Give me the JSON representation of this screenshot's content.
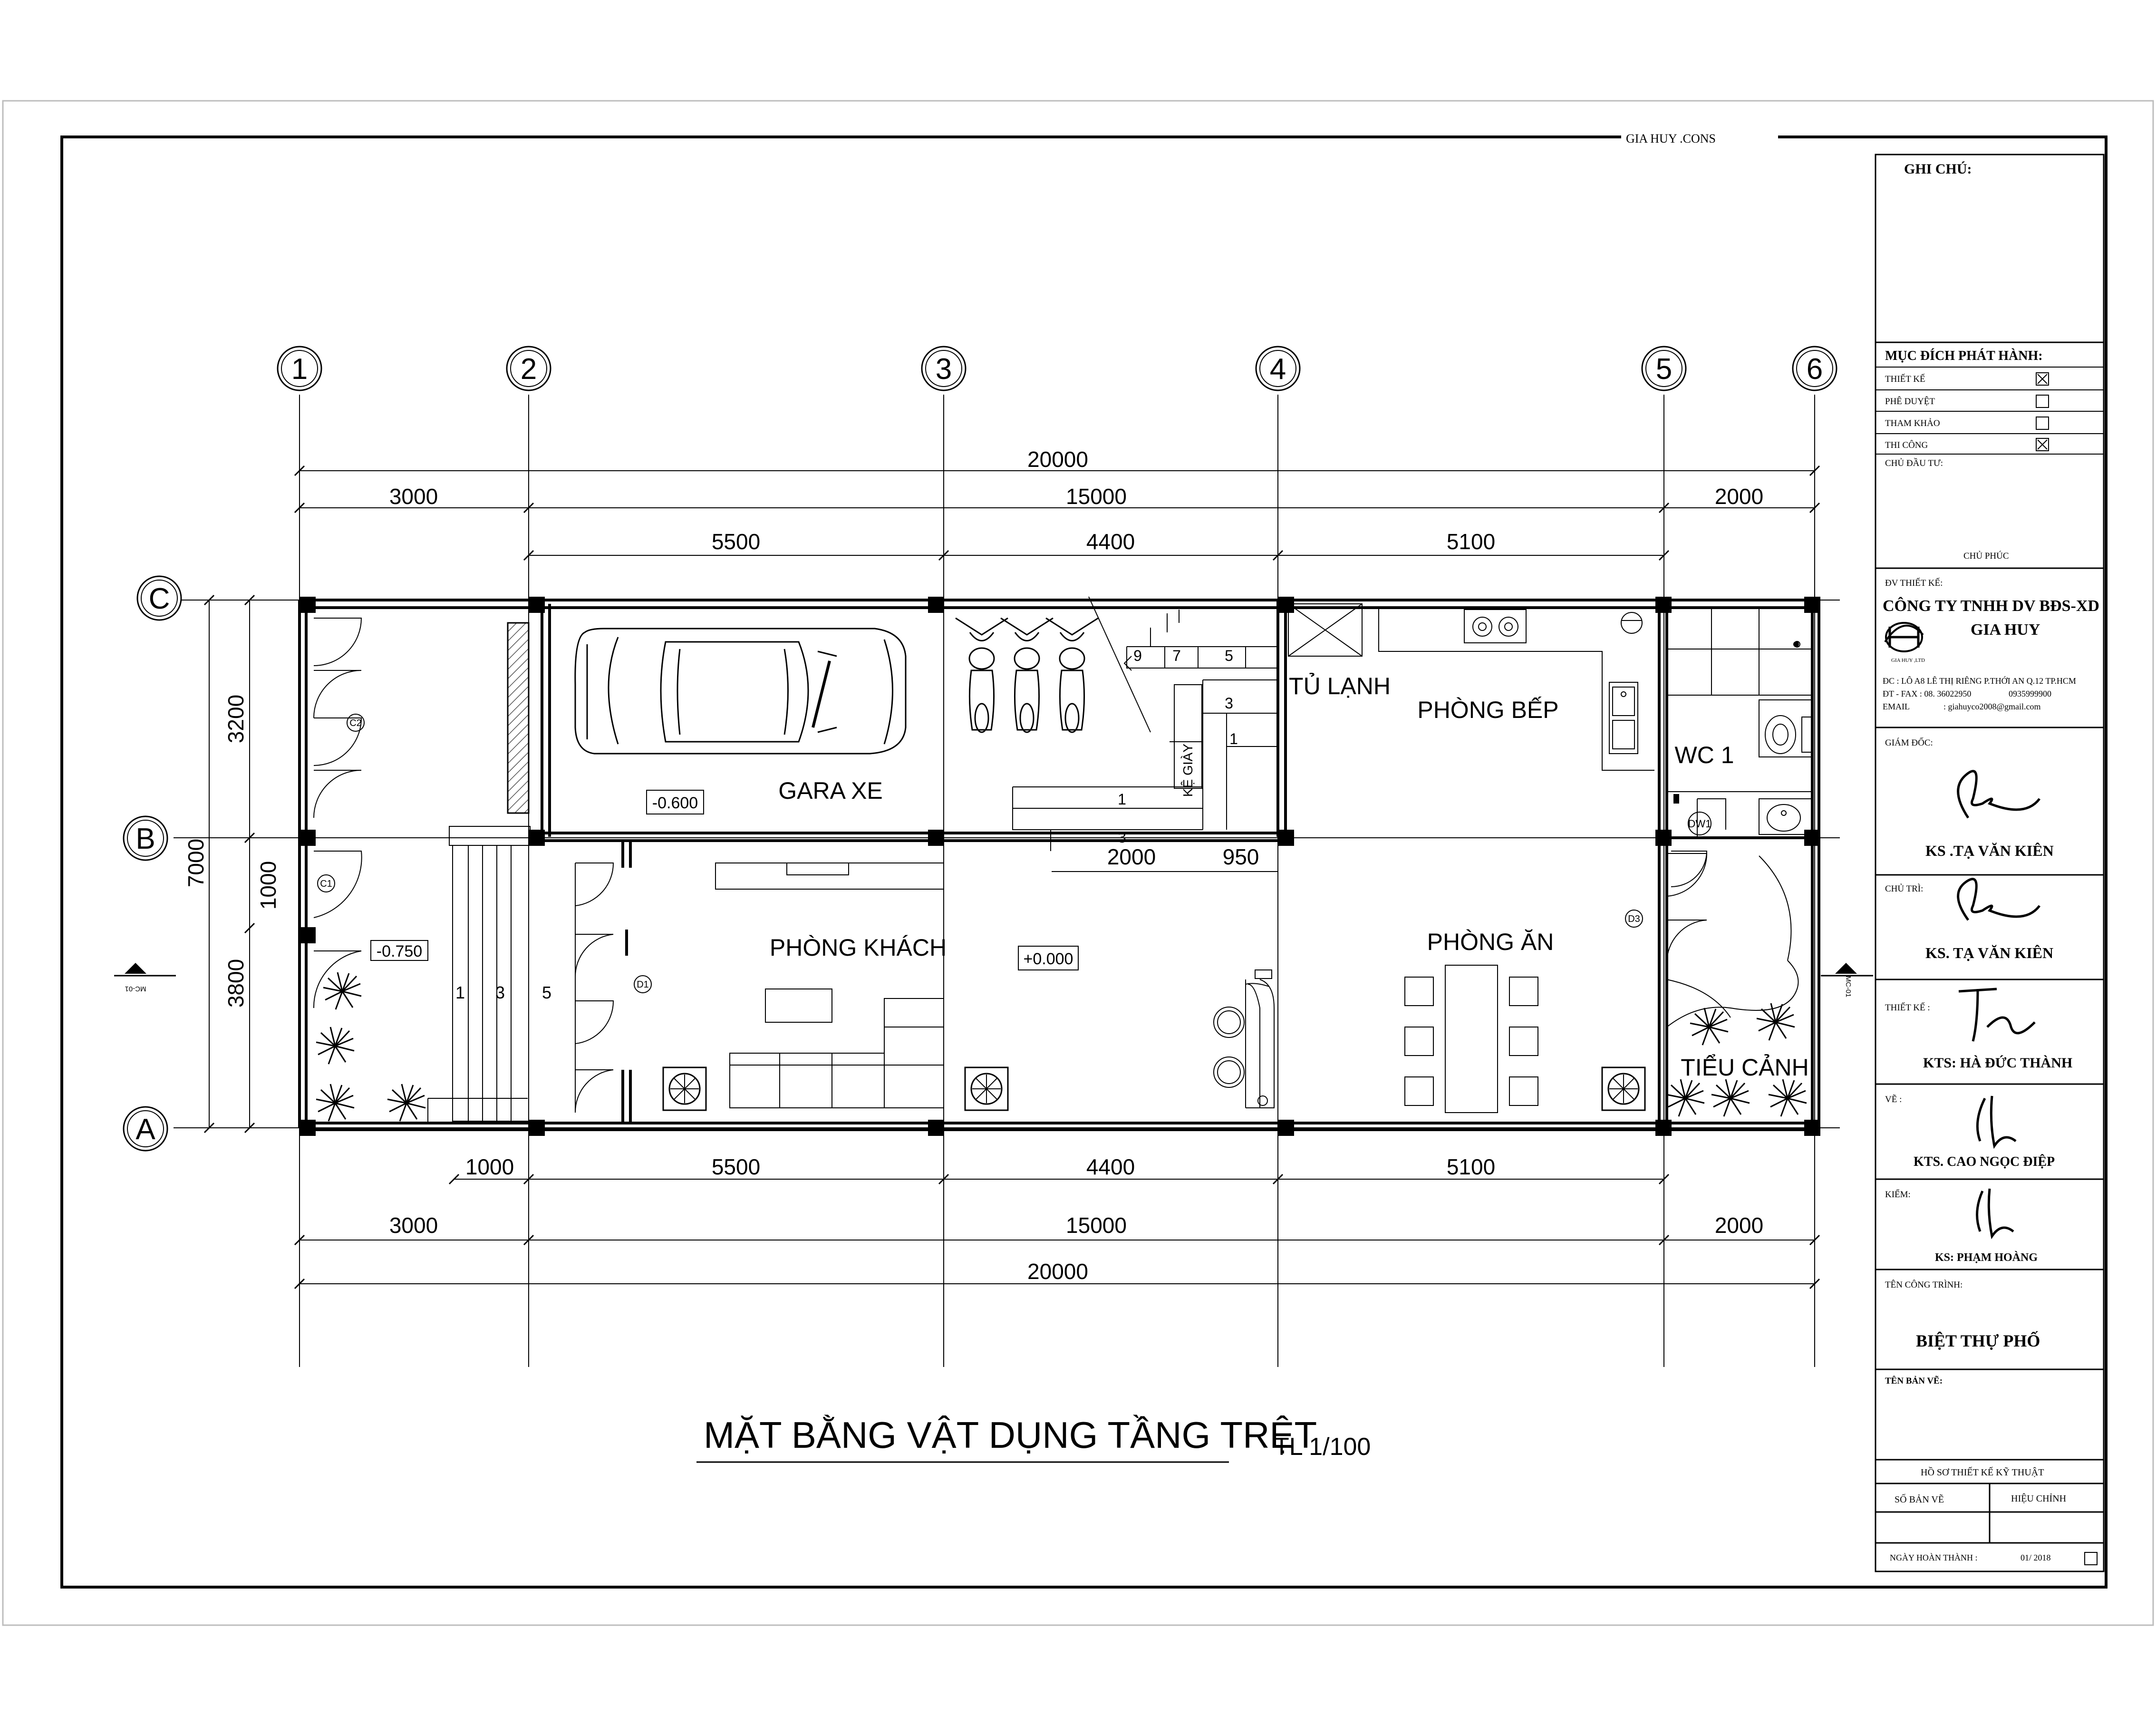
{
  "header": {
    "brand": "GIA   HUY     .CONS"
  },
  "grid": {
    "columns": [
      "1",
      "2",
      "3",
      "4",
      "5",
      "6"
    ],
    "rows": [
      "C",
      "B",
      "A"
    ]
  },
  "dims": {
    "top_total": "20000",
    "top_mid": [
      "3000",
      "15000",
      "2000"
    ],
    "top_detail": [
      "5500",
      "4400",
      "5100"
    ],
    "stair": [
      "2000",
      "950"
    ],
    "left_total": "7000",
    "left_parts": [
      "3200",
      "1000",
      "3800"
    ],
    "bottom_detail": [
      "1000",
      "5500",
      "4400",
      "5100"
    ],
    "bottom_mid": [
      "3000",
      "15000",
      "2000"
    ],
    "bottom_total": "20000"
  },
  "rooms": {
    "gara": "GARA XE",
    "tu_lanh": "TỦ LẠNH",
    "phong_bep": "PHÒNG BẾP",
    "wc": "WC 1",
    "phong_khach": "PHÒNG KHÁCH",
    "phong_an": "PHÒNG ĂN",
    "tieu_canh": "TIỂU CẢNH",
    "ke_giay": "KỆ GIÀY"
  },
  "levels": {
    "gara": "-0.600",
    "san": "-0.750",
    "khach": "+0.000"
  },
  "doors": {
    "c2": "C2",
    "c1": "C1",
    "d1": "D1",
    "d3": "D3",
    "dw1": "DW1"
  },
  "stairs": {
    "upper": [
      "9",
      "7",
      "5",
      "3",
      "1",
      "1",
      "3"
    ],
    "lower": [
      "1",
      "3",
      "5"
    ]
  },
  "section_mark": "MC-01",
  "drawing": {
    "title": "MẶT BẰNG VẬT DỤNG TẦNG TRỆT",
    "scale": "TL 1/100"
  },
  "title_block": {
    "ghi_chu": "GHI CHÚ:",
    "muc_dich": "MỤC ĐÍCH PHÁT HÀNH:",
    "purposes": [
      {
        "label": "THIẾT KẾ",
        "checked": true
      },
      {
        "label": "PHÊ DUYỆT",
        "checked": false
      },
      {
        "label": "THAM KHẢO",
        "checked": false
      },
      {
        "label": "THI CÔNG",
        "checked": true
      }
    ],
    "chu_dau_tu": "CHỦ ĐẦU TƯ:",
    "chu_name": "CHỦ PHÚC",
    "dv_thiet_ke": "ĐV THIẾT KẾ:",
    "company": "CÔNG TY TNHH DV BĐS-XD",
    "company2": "GIA HUY",
    "logo_sub": "GIA HUY ,LTD",
    "address": "ĐC : LÔ A8 LÊ THỊ RIÊNG P.THỚI AN Q.12 TP.HCM",
    "phone_label": "ĐT - FAX : 08. 36022950",
    "phone2": "0935999900",
    "email_label": "EMAIL",
    "email": ": giahuyco2008@gmail.com",
    "roles": [
      {
        "role": "GIÁM ĐỐC:",
        "name": "KS .TẠ VĂN KIÊN"
      },
      {
        "role": "CHỦ TRÌ:",
        "name": "KS. TẠ VĂN KIÊN"
      },
      {
        "role": "THIẾT KẾ :",
        "name": "KTS: HÀ ĐỨC THÀNH"
      },
      {
        "role": "VẼ :",
        "name": "KTS. CAO NGỌC ĐIỆP"
      },
      {
        "role": "KIỂM:",
        "name": "KS: PHẠM HOÀNG"
      }
    ],
    "ten_cong_trinh": "TÊN CÔNG TRÌNH:",
    "project": "BIỆT THỰ  PHỐ",
    "ten_ban_ve": "TÊN BẢN VẼ:",
    "ho_so": "HỒ SƠ THIẾT KẾ KỸ THUẬT",
    "so_ban_ve": "SỐ BẢN VẼ",
    "hieu_chinh": "HIỆU CHỈNH",
    "ngay_label": "NGÀY HOÀN THÀNH :",
    "ngay": "01/ 2018"
  },
  "colors": {
    "ink": "#000000",
    "paper": "#ffffff",
    "frame": "#bdbdbd",
    "hatch": "#555555"
  }
}
